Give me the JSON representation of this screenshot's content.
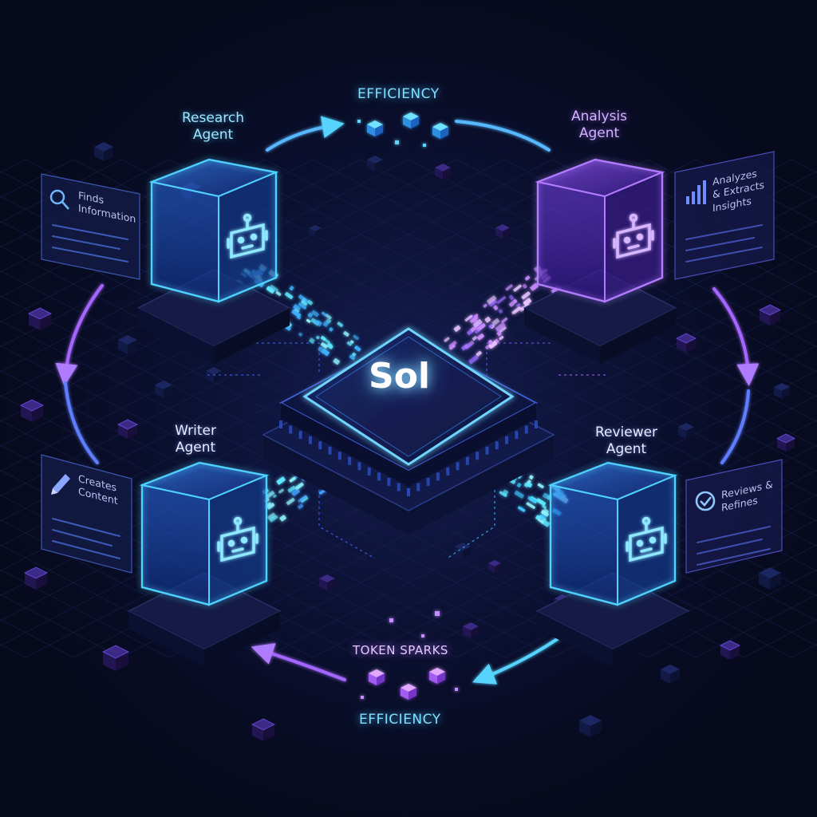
{
  "core": {
    "label": "Sol"
  },
  "cycle": {
    "top_label": "EFFICIENCY",
    "bottom_label_1": "TOKEN SPARKS",
    "bottom_label_2": "EFFICIENCY"
  },
  "agents": [
    {
      "id": "research",
      "title": "Research\nAgent",
      "description": "Finds\nInformation",
      "panel_icon": "magnifier-icon",
      "accent": "#35b8ff"
    },
    {
      "id": "analysis",
      "title": "Analysis\nAgent",
      "description": "Analyzes\n& Extracts\nInsights",
      "panel_icon": "bar-chart-icon",
      "accent": "#a565ff"
    },
    {
      "id": "writer",
      "title": "Writer\nAgent",
      "description": "Creates\nContent",
      "panel_icon": "pencil-icon",
      "accent": "#4a8bff"
    },
    {
      "id": "reviewer",
      "title": "Reviewer\nAgent",
      "description": "Reviews &\nRefines",
      "panel_icon": "check-circle-icon",
      "accent": "#3fd0ff"
    }
  ],
  "colors": {
    "background": "#070a1c",
    "cyan": "#35c8ff",
    "purple": "#a565ff",
    "blue": "#4a7dff"
  }
}
